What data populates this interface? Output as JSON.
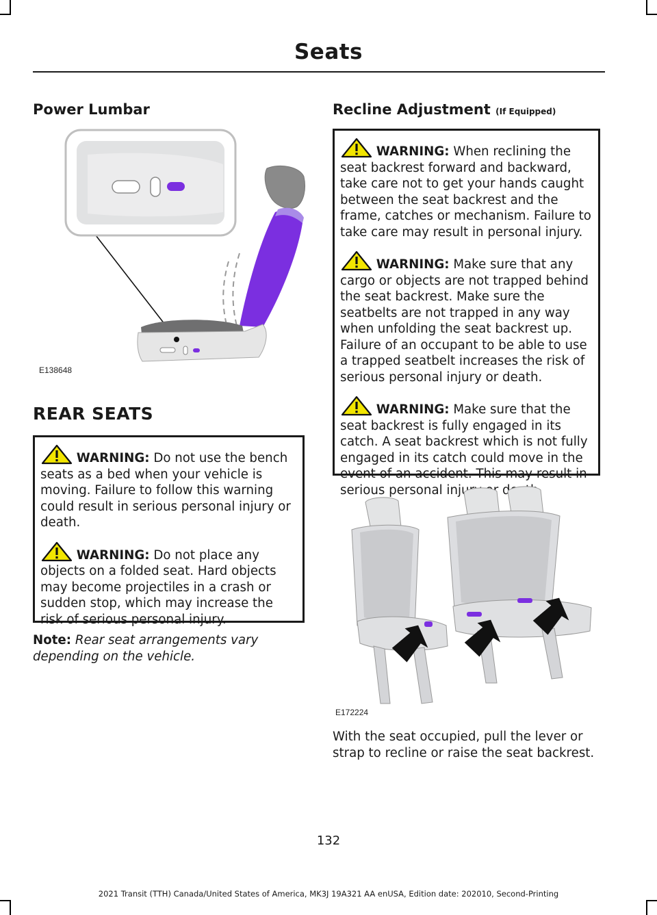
{
  "header": {
    "title": "Seats"
  },
  "power_lumbar": {
    "heading": "Power Lumbar",
    "figure_id": "E138648"
  },
  "rear_seats": {
    "heading": "REAR SEATS",
    "warnings": [
      {
        "label": "WARNING:",
        "text": "Do not use the bench seats as a bed when your vehicle is moving. Failure to follow this warning could result in serious personal injury or death."
      },
      {
        "label": "WARNING:",
        "text": "Do not place any objects on a folded seat. Hard objects may become projectiles in a crash or sudden stop, which may increase the risk of serious personal injury."
      }
    ],
    "note_label": "Note:",
    "note_text": "Rear seat arrangements vary depending on the vehicle."
  },
  "recline": {
    "heading": "Recline Adjustment",
    "heading_suffix": "(If Equipped)",
    "warnings": [
      {
        "label": "WARNING:",
        "text": "When reclining the seat backrest forward and backward, take care not to get your hands caught between the seat backrest and the frame, catches or mechanism. Failure to take care may result in personal injury."
      },
      {
        "label": "WARNING:",
        "text": "Make sure that any cargo or objects are not trapped behind the seat backrest. Make sure the seatbelts are not trapped in any way when unfolding the seat backrest up. Failure of an occupant to be able to use a trapped seatbelt increases the risk of serious personal injury or death."
      },
      {
        "label": "WARNING:",
        "text": "Make sure that the seat backrest is fully engaged in its catch. A seat backrest which is not fully engaged in its catch could move in the event of an accident. This may result in serious personal injury or death."
      }
    ],
    "figure_id": "E172224",
    "body_text": "With the seat occupied, pull the lever or strap to recline or raise the seat backrest."
  },
  "page_number": "132",
  "footer": "2021 Transit (TTH) Canada/United States of America, MK3J 19A321 AA enUSA, Edition date: 202010, Second-Printing",
  "colors": {
    "accent": "#7B2FE0",
    "warning_yellow": "#F2E500"
  }
}
